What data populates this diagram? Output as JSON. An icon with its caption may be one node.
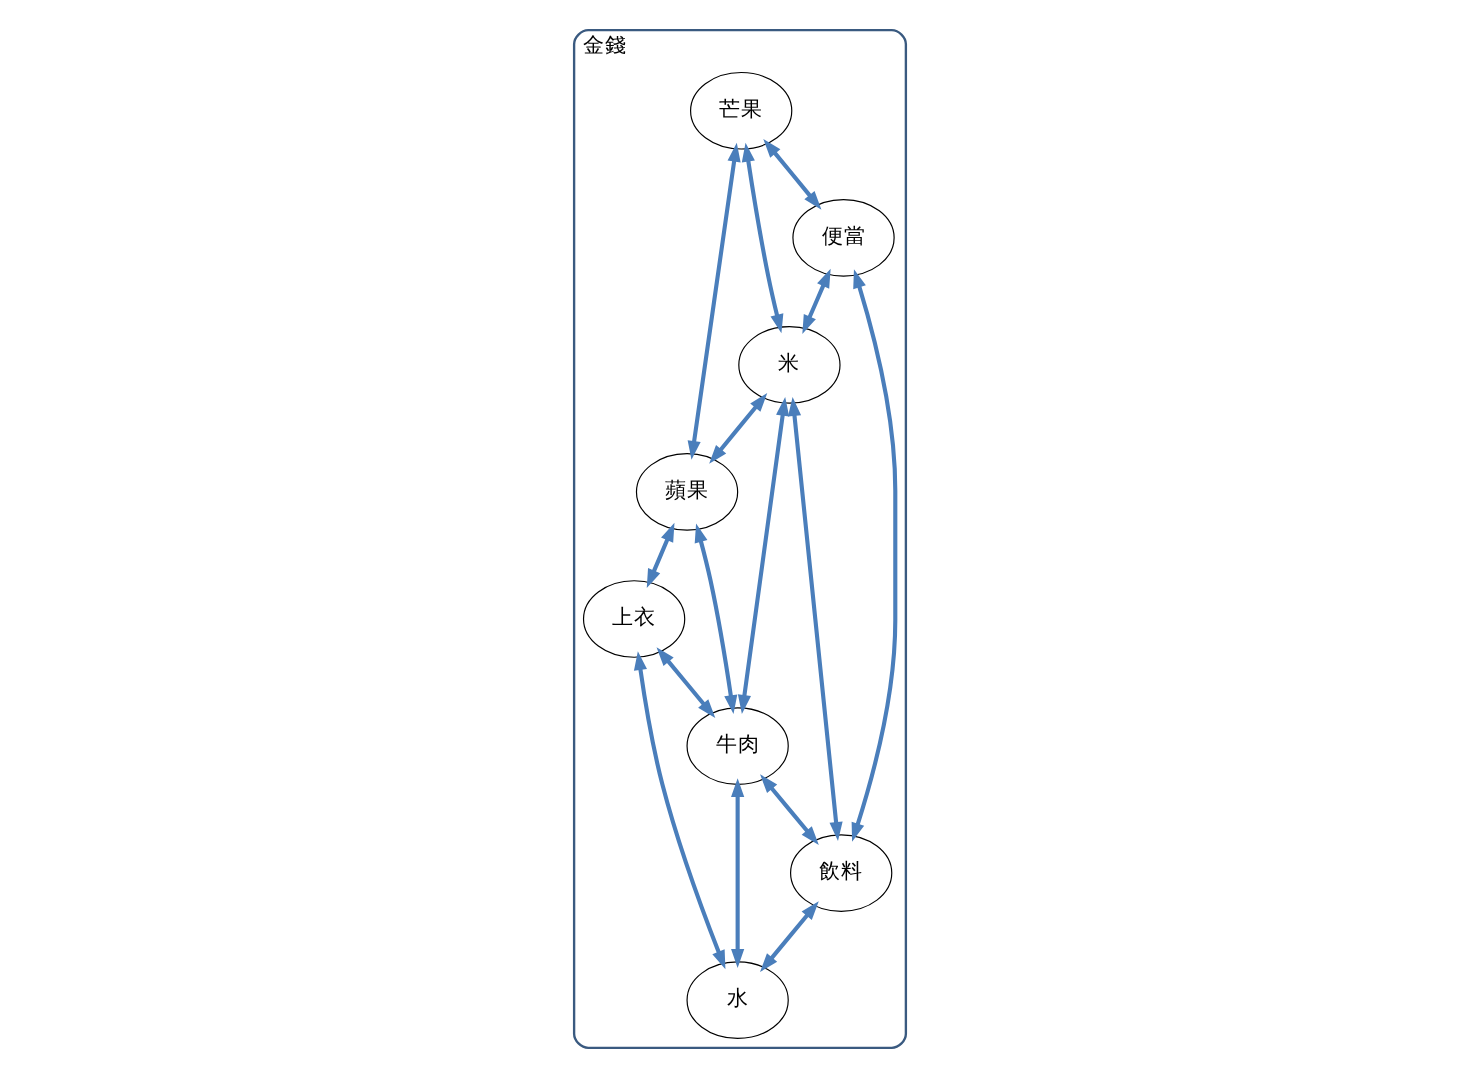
{
  "diagram": {
    "nodes": [
      {
        "text": [
          "金錢"
        ]
      },
      {
        "text": [
          "芒果"
        ],
        "in": 0
      },
      {
        "text": [
          "蘋果"
        ],
        "in": 0
      },
      {
        "text": [
          "上衣"
        ],
        "in": 0
      },
      {
        "text": [
          "米"
        ],
        "in": 0
      },
      {
        "text": [
          "牛肉"
        ],
        "in": 0
      },
      {
        "text": [
          "便當"
        ],
        "in": 0
      },
      {
        "text": [
          "水"
        ],
        "in": 0
      },
      {
        "text": [
          "飲料"
        ],
        "in": 0
      }
    ],
    "edges": [
      {
        "from": 1,
        "to": 2,
        "arrow": "both"
      },
      {
        "from": 2,
        "to": 3,
        "arrow": "both"
      },
      {
        "from": 1,
        "to": 4,
        "arrow": "both"
      },
      {
        "from": 4,
        "to": 2,
        "arrow": "both"
      },
      {
        "from": 4,
        "to": 5,
        "arrow": "both"
      },
      {
        "from": 2,
        "to": 5,
        "arrow": "both"
      },
      {
        "from": 3,
        "to": 5,
        "arrow": "both"
      },
      {
        "from": 3,
        "to": 7,
        "arrow": "both"
      },
      {
        "from": 1,
        "to": 6,
        "arrow": "both"
      },
      {
        "from": 6,
        "to": 4,
        "arrow": "both"
      },
      {
        "from": 4,
        "to": 8,
        "arrow": "both"
      },
      {
        "from": 6,
        "to": 8,
        "arrow": "both"
      },
      {
        "from": 5,
        "to": 8,
        "arrow": "both"
      },
      {
        "from": 5,
        "to": 7,
        "arrow": "both"
      },
      {
        "from": 8,
        "to": 7,
        "arrow": "both"
      }
    ]
  }
}
